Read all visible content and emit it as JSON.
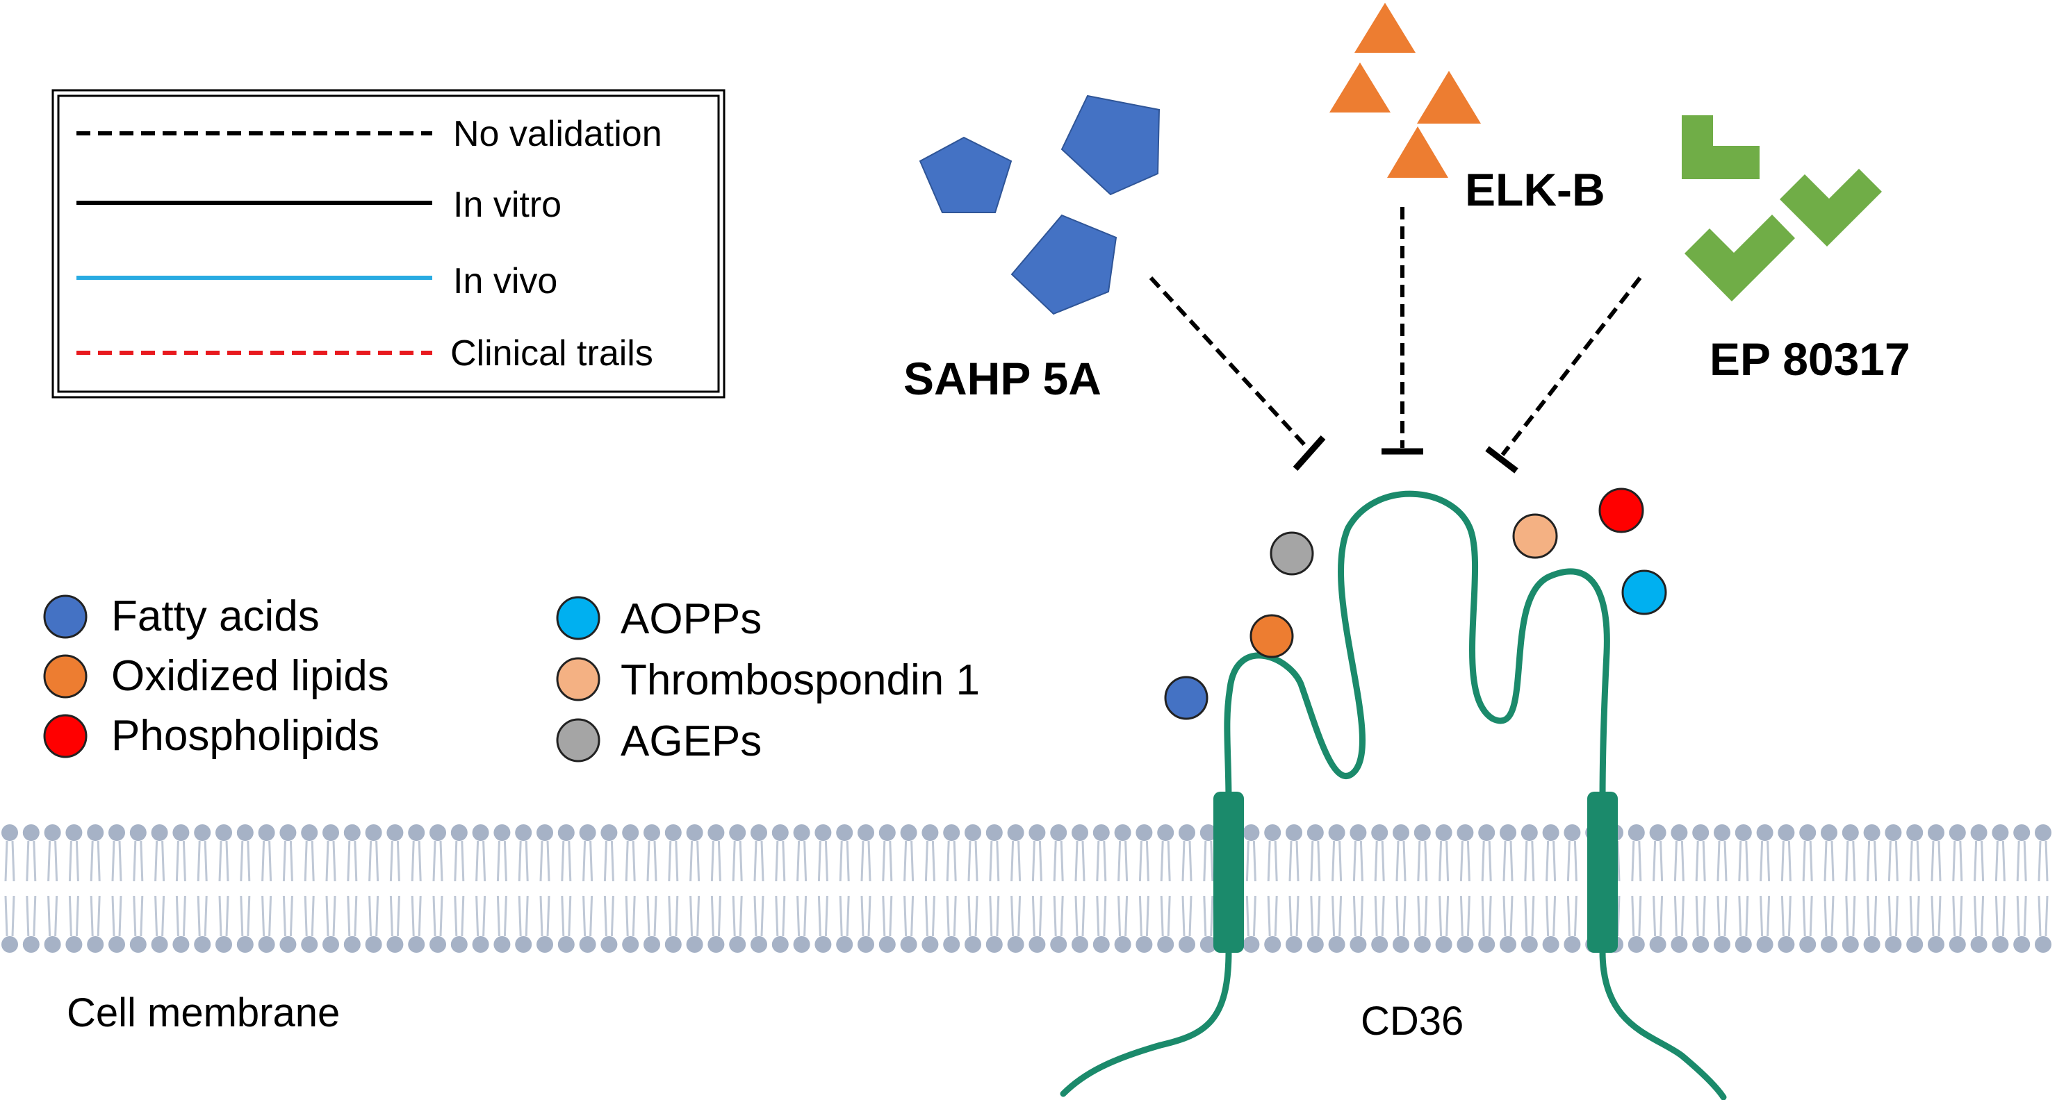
{
  "legend": {
    "items": [
      {
        "label": "No validation",
        "color": "#000000",
        "dashed": true
      },
      {
        "label": "In vitro",
        "color": "#000000",
        "dashed": false
      },
      {
        "label": "In vivo",
        "color": "#29abe2",
        "dashed": false
      },
      {
        "label": "Clinical trails",
        "color": "#e8191e",
        "dashed": true
      }
    ]
  },
  "ligands": {
    "left": [
      {
        "label": "Fatty acids",
        "color": "#4472c4"
      },
      {
        "label": "Oxidized lipids",
        "color": "#ed7d31"
      },
      {
        "label": "Phospholipids",
        "color": "#ff0000"
      }
    ],
    "right": [
      {
        "label": "AOPPs",
        "color": "#00b0f0"
      },
      {
        "label": "Thrombospondin 1",
        "color": "#f4b183"
      },
      {
        "label": "AGEPs",
        "color": "#a5a5a5"
      }
    ]
  },
  "drugs": {
    "sahp": {
      "label": "SAHP 5A",
      "color": "#4472c4"
    },
    "elk": {
      "label": "ELK-B",
      "color": "#ed7d31"
    },
    "ep": {
      "label": "EP 80317",
      "color": "#70ad47"
    }
  },
  "labels": {
    "membrane": "Cell membrane",
    "receptor": "CD36"
  },
  "colors": {
    "receptor": "#1b8a6b",
    "membrane_head": "#a6b2c6",
    "membrane_tail": "#bfc8d6"
  }
}
